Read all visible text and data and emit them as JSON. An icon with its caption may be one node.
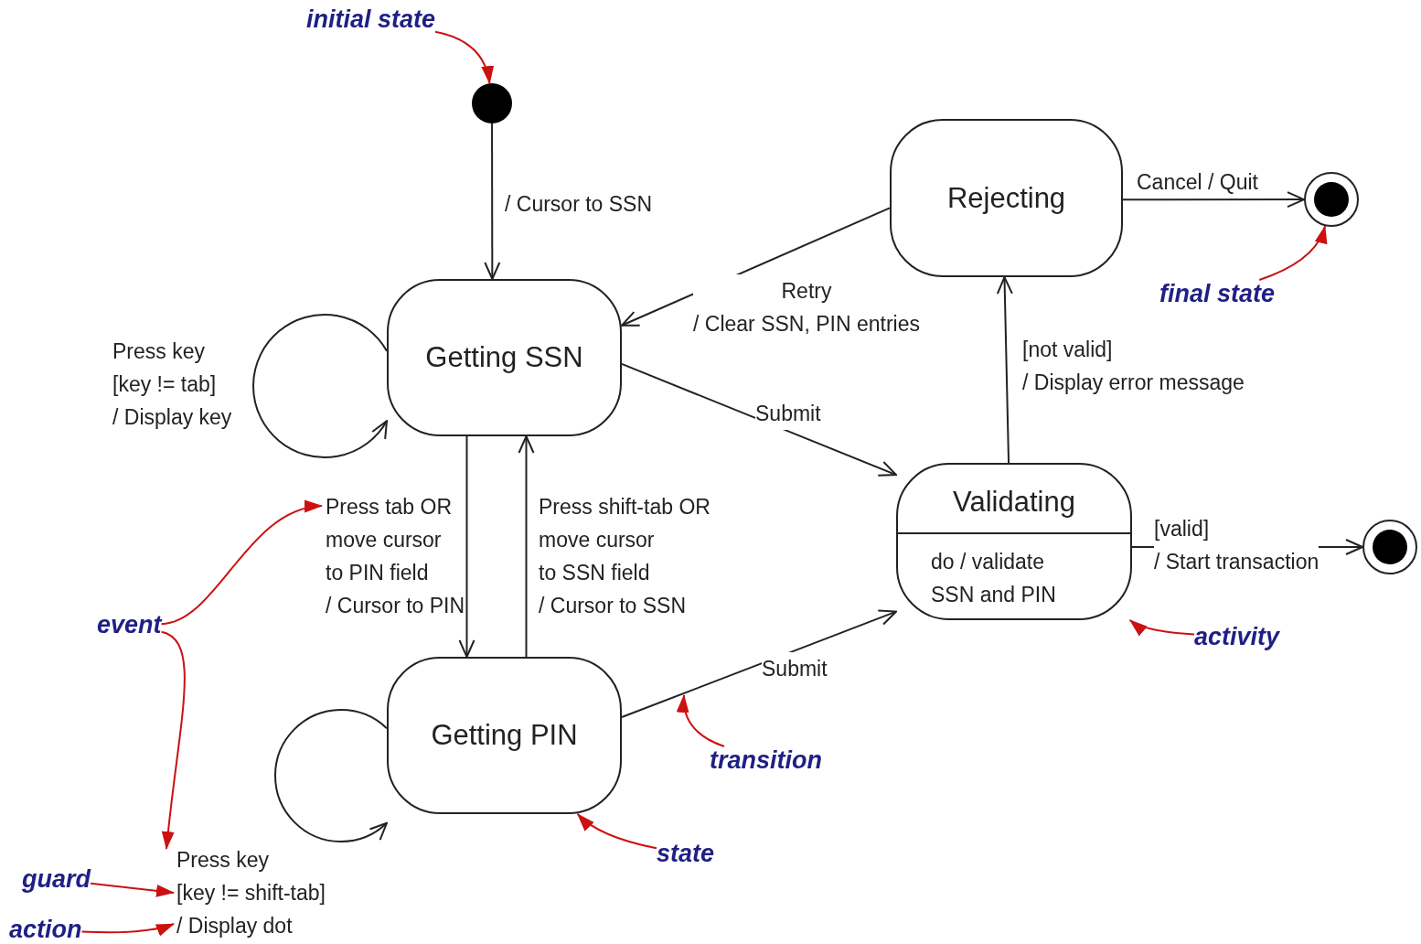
{
  "diagram": {
    "nodes": [
      {
        "text": [],
        "shape": "circle"
      },
      {
        "text": [
          "Getting SSN"
        ]
      },
      {
        "text": [
          "Getting PIN"
        ]
      },
      {
        "text": [
          "Validating",
          "do / validate SSN and PIN"
        ]
      },
      {
        "text": [
          "Rejecting"
        ]
      },
      {
        "text": [],
        "shape": "circle"
      },
      {
        "text": [],
        "shape": "circle"
      },
      {
        "text": [
          "initial state"
        ]
      },
      {
        "text": [
          "final state"
        ]
      },
      {
        "text": [
          "activity"
        ]
      },
      {
        "text": [
          "transition"
        ]
      },
      {
        "text": [
          "state"
        ]
      },
      {
        "text": [
          "event"
        ]
      },
      {
        "text": [
          "guard"
        ]
      },
      {
        "text": [
          "action"
        ]
      }
    ],
    "edges": [
      {
        "from": 0,
        "to": 1,
        "arrow": "to",
        "label": "/ Cursor to SSN"
      },
      {
        "from": 4,
        "to": 1,
        "arrow": "to",
        "label": "Retry / Clear SSN, PIN entries"
      },
      {
        "from": 1,
        "to": 1,
        "arrow": "to",
        "label": "Press key [key != tab] / Display key"
      },
      {
        "from": 1,
        "to": 3,
        "arrow": "to",
        "label": "Submit"
      },
      {
        "from": 1,
        "to": 2,
        "arrow": "to",
        "label": "Press tab OR move cursor to PIN field / Cursor to PIN"
      },
      {
        "from": 2,
        "to": 1,
        "arrow": "to",
        "label": "Press shift-tab OR move cursor to SSN field / Cursor to SSN"
      },
      {
        "from": 2,
        "to": 2,
        "arrow": "to",
        "label": "Press key [key != shift-tab] / Display dot"
      },
      {
        "from": 2,
        "to": 3,
        "arrow": "to",
        "label": "Submit"
      },
      {
        "from": 3,
        "to": 4,
        "arrow": "to",
        "label": "[not valid] / Display error message"
      },
      {
        "from": 4,
        "to": 5,
        "arrow": "to",
        "label": "Cancel / Quit"
      },
      {
        "from": 3,
        "to": 6,
        "arrow": "to",
        "label": "[valid] / Start transaction"
      },
      {
        "from": 7,
        "to": 0,
        "arrow": "to",
        "color": "#cc1111"
      },
      {
        "from": 8,
        "to": 5,
        "arrow": "to",
        "color": "#cc1111"
      },
      {
        "from": 9,
        "to": 3,
        "arrow": "to",
        "color": "#cc1111"
      },
      {
        "from": 10,
        "to": null,
        "arrow": "to",
        "color": "#cc1111"
      },
      {
        "from": 11,
        "to": 2,
        "arrow": "to",
        "color": "#cc1111"
      },
      {
        "from": 12,
        "to": null,
        "arrow": "to",
        "color": "#cc1111"
      },
      {
        "from": 12,
        "to": null,
        "arrow": "to",
        "color": "#cc1111"
      },
      {
        "from": 13,
        "to": null,
        "arrow": "to",
        "color": "#cc1111"
      },
      {
        "from": 14,
        "to": null,
        "arrow": "to",
        "color": "#cc1111"
      }
    ]
  }
}
